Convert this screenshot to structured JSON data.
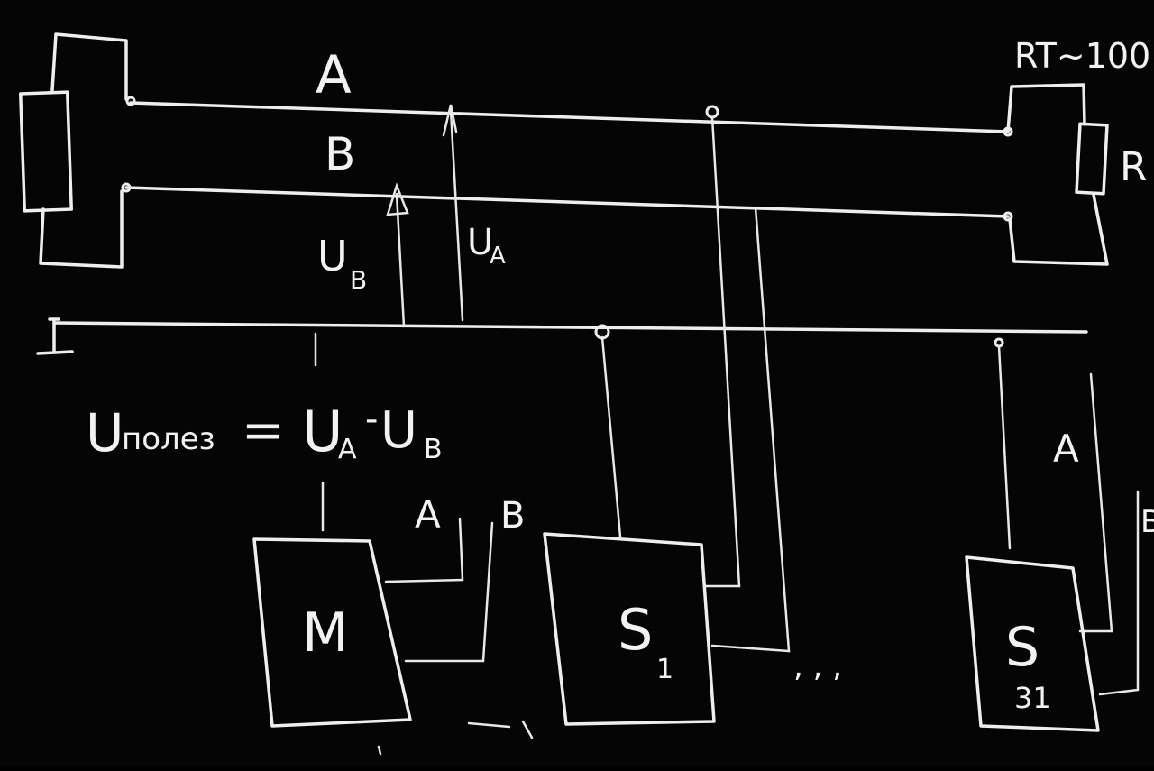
{
  "bus_labels": {
    "a": "A",
    "b": "B"
  },
  "terminator_label": "R<sub>T</sub>~100",
  "terminator_text": "RT~100",
  "resistor_label": "R",
  "voltage_labels": {
    "ub": "U",
    "ub_sub": "B",
    "ua": "U",
    "ua_sub": "A"
  },
  "formula": {
    "lhs": "U",
    "lhs_sub": "полез",
    "eq": "=",
    "a": "U",
    "a_sub": "A",
    "minus": "-",
    "b": "U",
    "b_sub": "B"
  },
  "nodes": {
    "master": "M",
    "slave1": "S",
    "slave1_sub": "1",
    "slaveN": "S",
    "slaveN_sub": "31",
    "ellipsis": ", , ,"
  },
  "tap_labels": {
    "master_a": "A",
    "master_b": "B",
    "right_a": "A",
    "right_b": "B"
  }
}
